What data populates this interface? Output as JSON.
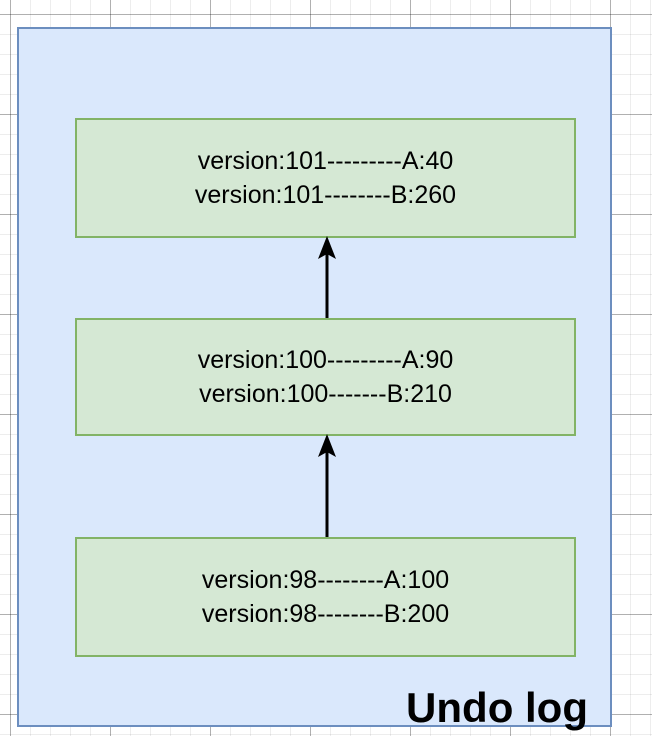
{
  "diagram": {
    "title_label": "Undo log",
    "container": {
      "name": "undo-log-container",
      "fill": "#dae8fc",
      "stroke": "#6c8ebf"
    },
    "box_style": {
      "fill": "#d5e8d4",
      "stroke": "#82b366"
    },
    "arrow_color": "#000000",
    "entries": [
      {
        "id": "version-101",
        "version": "101",
        "lines": [
          "version:101---------A:40",
          "version:101--------B:260"
        ]
      },
      {
        "id": "version-100",
        "version": "100",
        "lines": [
          "version:100---------A:90",
          "version:100-------B:210"
        ]
      },
      {
        "id": "version-98",
        "version": "98",
        "lines": [
          "version:98--------A:100",
          "version:98--------B:200"
        ]
      }
    ],
    "arrows": [
      {
        "id": "arrow-from-100-to-101",
        "direction": "up"
      },
      {
        "id": "arrow-from-98-to-100",
        "direction": "up"
      }
    ]
  }
}
